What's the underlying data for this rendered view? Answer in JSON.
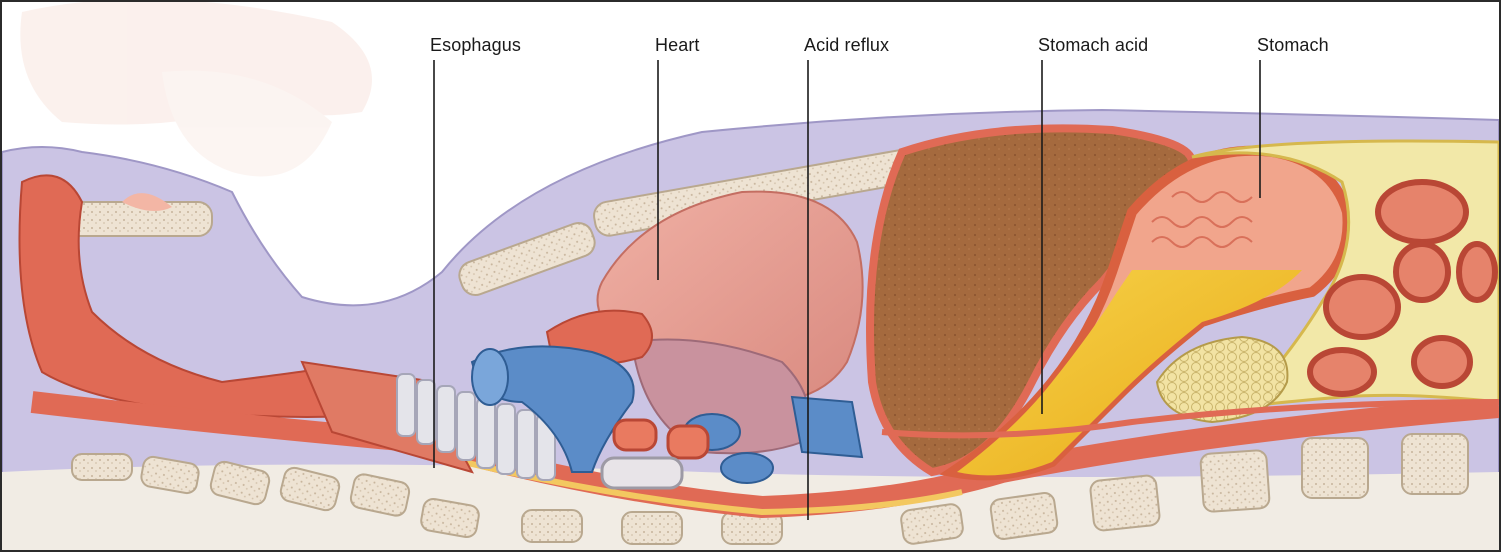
{
  "labels": [
    {
      "id": "esophagus",
      "text": "Esophagus"
    },
    {
      "id": "heart",
      "text": "Heart"
    },
    {
      "id": "acid-reflux",
      "text": "Acid reflux"
    },
    {
      "id": "stomach-acid",
      "text": "Stomach acid"
    },
    {
      "id": "stomach",
      "text": "Stomach"
    }
  ],
  "colors": {
    "body-cavity": "#c9c2e3",
    "muscle": "#e0705a",
    "heart": "#e9a197",
    "liver": "#a0643a",
    "acid": "#f2c12e",
    "vessel-blue": "#5b8cc8",
    "bone": "#e8dccb",
    "leader": "#1a1a1a"
  }
}
